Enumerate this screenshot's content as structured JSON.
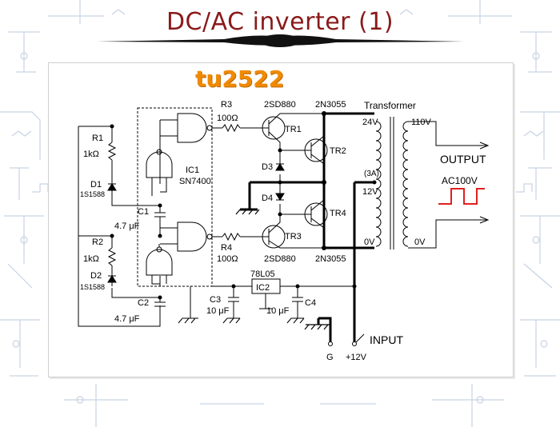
{
  "header": {
    "title": "DC/AC inverter (1)",
    "brand": "tu2522"
  },
  "schematic": {
    "r1": "R1",
    "r1_val": "1kΩ",
    "d1": "D1",
    "d1_val": "1S1588",
    "c1": "C1",
    "c1_val": "4.7 μF",
    "r2": "R2",
    "r2_val": "1kΩ",
    "d2": "D2",
    "d2_val": "1S1588",
    "c2": "C2",
    "c2_val": "4.7 μF",
    "ic1": "IC1",
    "ic1_val": "SN7400",
    "r3": "R3",
    "r3_val": "100Ω",
    "r4": "R4",
    "r4_val": "100Ω",
    "tr1_part": "2SD880",
    "tr2_part": "2N3055",
    "tr3_part": "2SD880",
    "tr4_part": "2N3055",
    "tr1": "TR1",
    "tr2": "TR2",
    "tr3": "TR3",
    "tr4": "TR4",
    "d3": "D3",
    "d4": "D4",
    "transformer": "Transformer",
    "v24": "24V",
    "v12": "12V",
    "a3": "(3A)",
    "v0p": "0V",
    "v110": "110V",
    "v0s": "0V",
    "output": "OUTPUT",
    "ac100v": "AC100V",
    "c3": "C3",
    "c3_val": "10 μF",
    "ic2": "IC2",
    "ic2_part": "78L05",
    "c4": "C4",
    "c4_val": "10 μF",
    "input": "INPUT",
    "g": "G",
    "v12in": "+12V"
  },
  "colors": {
    "title": "#8a1a1a",
    "brand": "#f08a00",
    "waveform": "#e02020",
    "background_pattern": "#b9c9dd"
  }
}
